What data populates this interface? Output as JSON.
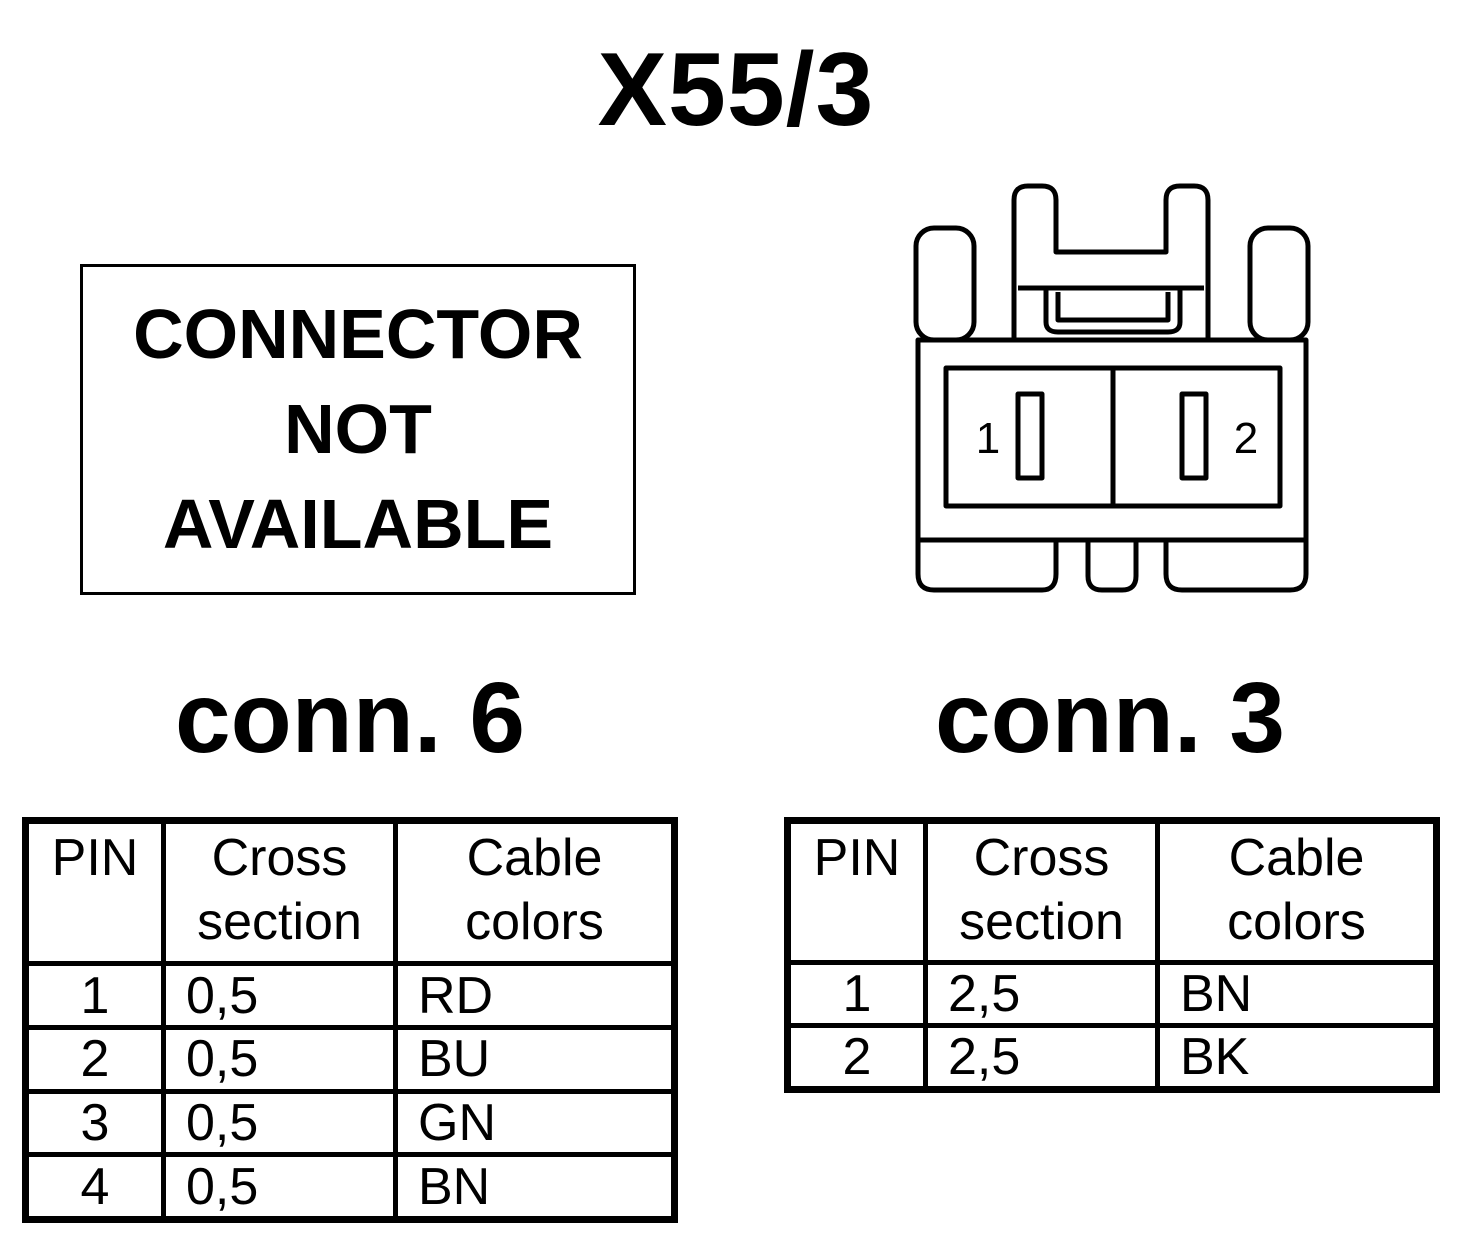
{
  "title": "X55/3",
  "left_panel": {
    "box_lines": [
      "CONNECTOR",
      "NOT",
      "AVAILABLE"
    ],
    "label": "conn. 6"
  },
  "right_panel": {
    "label": "conn. 3",
    "pin_labels": [
      "1",
      "2"
    ]
  },
  "table_headers": {
    "pin": "PIN",
    "cross_1": "Cross",
    "cross_2": "section",
    "cable_1": "Cable",
    "cable_2": "colors"
  },
  "conn6_rows": [
    {
      "pin": "1",
      "cross": "0,5",
      "color": "RD"
    },
    {
      "pin": "2",
      "cross": "0,5",
      "color": "BU"
    },
    {
      "pin": "3",
      "cross": "0,5",
      "color": "GN"
    },
    {
      "pin": "4",
      "cross": "0,5",
      "color": "BN"
    }
  ],
  "conn3_rows": [
    {
      "pin": "1",
      "cross": "2,5",
      "color": "BN"
    },
    {
      "pin": "2",
      "cross": "2,5",
      "color": "BK"
    }
  ]
}
